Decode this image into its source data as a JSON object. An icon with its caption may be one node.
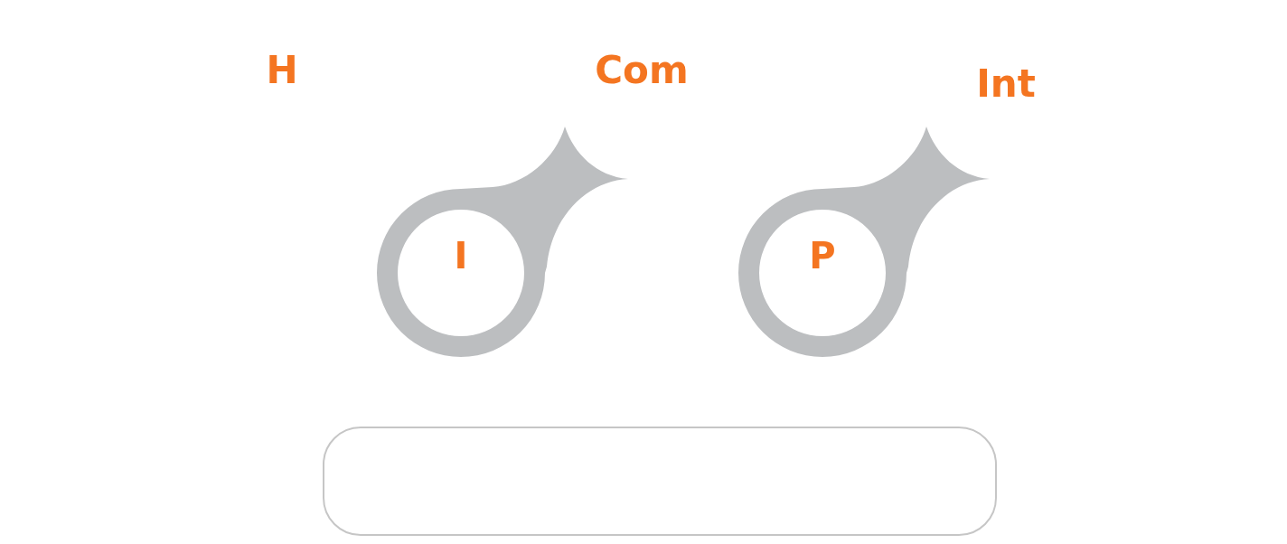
{
  "diagram": {
    "nodes": [
      {
        "text": [
          "I"
        ]
      },
      {
        "text": [
          "P"
        ]
      },
      {
        "text": [],
        "shape": "box"
      }
    ],
    "labels": [
      "H",
      "Com",
      "Int"
    ]
  }
}
